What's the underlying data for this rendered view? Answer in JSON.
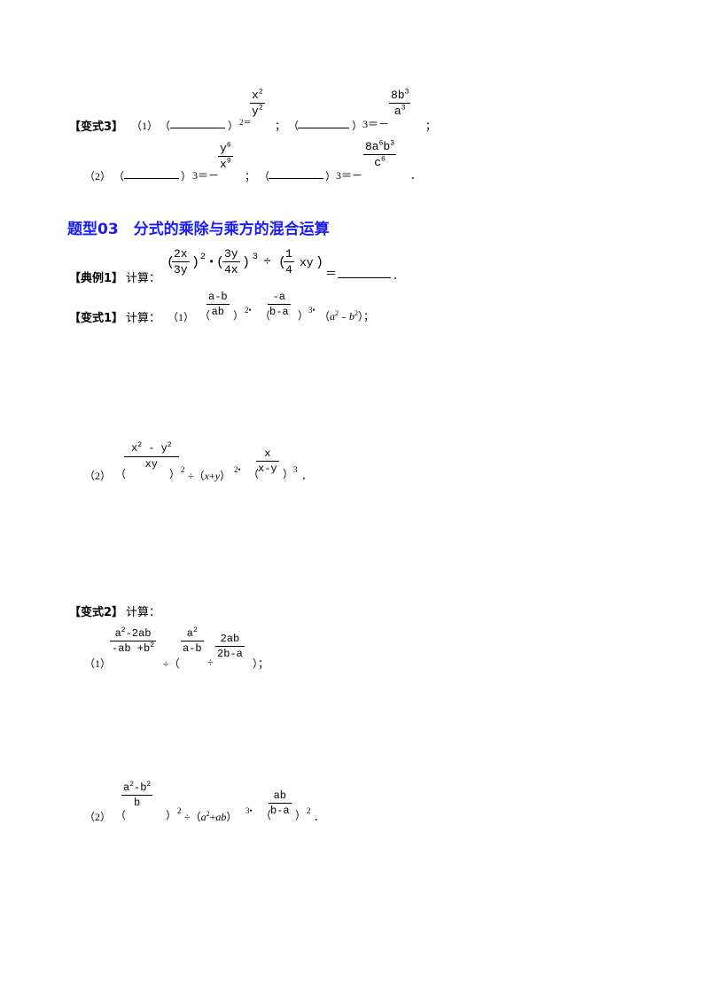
{
  "v3": {
    "label": "【变式3】",
    "p1_idx": "（1）",
    "p2_idx": "（2）",
    "open": "（",
    "close": "）",
    "sq_eq": "2＝",
    "cube_eq_neg": "3＝－",
    "semicolon": "；",
    "period": "．",
    "f1_num": "x2",
    "f1_den": "y2",
    "f2_num": "8b3",
    "f2_den": "a3",
    "f3_num": "y6",
    "f3_den": "x9",
    "f4_num": "8a6b3",
    "f4_den": "c6"
  },
  "heading": "题型03　分式的乘除与乘方的混合运算",
  "ex1": {
    "label": "【典例1】",
    "calc": "计算：",
    "f1_num": "2x",
    "f1_den": "3y",
    "f2_num": "3y",
    "f2_den": "4x",
    "f3_num": "1",
    "f3_den": "4",
    "xy": "xy",
    "op_div": "÷",
    "exp2": "2",
    "exp3": "3",
    "dot": "•",
    "eq": "＝",
    "period": "．"
  },
  "vb1": {
    "label": "【变式1】",
    "calc": "计算：",
    "p1_idx": "（1）",
    "p1_f1_num": "a-b",
    "p1_f1_den": "ab",
    "p1_f2_num": "-a",
    "p1_f2_den": "b-a",
    "p1_tail": "（a2﹣b2）；",
    "p2_idx": "（2）",
    "p2_f1_num": "x2-y2",
    "p2_f1_den": "xy",
    "p2_mid": "÷（x+y）",
    "p2_f2_num": "x",
    "p2_f2_den": "x-y",
    "p2_tail": "．"
  },
  "vb2": {
    "label": "【变式2】",
    "calc": "计算：",
    "p1_idx": "（1）",
    "p1_f1_num": "a2-2ab",
    "p1_f1_den": "-ab+b2",
    "p1_f2_num": "a2",
    "p1_f2_den": "a-b",
    "p1_f3_num": "2ab",
    "p1_f3_den": "2b-a",
    "p1_tail": "）；",
    "p2_idx": "（2）",
    "p2_f1_num": "a2-b2",
    "p2_f1_den": "b",
    "p2_mid": "÷（a2+ab）",
    "p2_f2_num": "ab",
    "p2_f2_den": "b-a",
    "p2_tail": "．"
  }
}
